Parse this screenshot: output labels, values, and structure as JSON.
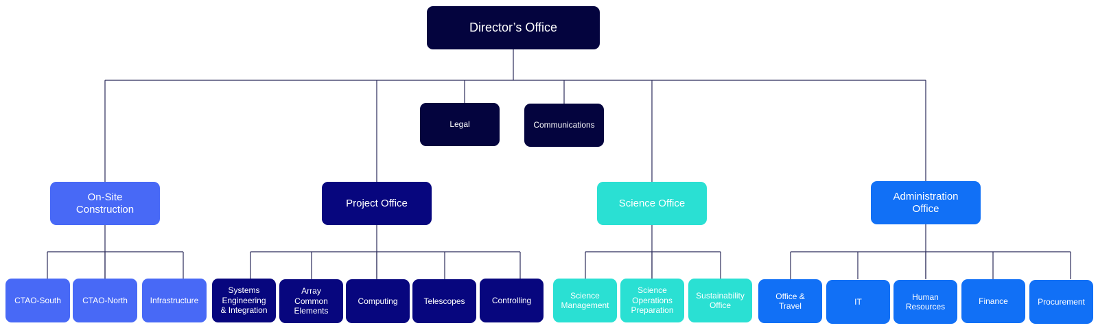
{
  "colors": {
    "connector": "#2a2a5a",
    "director": "#04043e",
    "onsite": "#4869f6",
    "project": "#07067e",
    "science": "#2ae0d3",
    "administration": "#1170f6"
  },
  "director": {
    "label": "Director’s Office"
  },
  "staff": [
    {
      "label": "Legal"
    },
    {
      "label": "Communications"
    }
  ],
  "departments": [
    {
      "label": "On-Site\nConstruction",
      "units": [
        "CTAO-South",
        "CTAO-North",
        "Infrastructure"
      ]
    },
    {
      "label": "Project Office",
      "units": [
        "Systems\nEngineering\n& Integration",
        "Array\nCommon\nElements",
        "Computing",
        "Telescopes",
        "Controlling"
      ]
    },
    {
      "label": "Science Office",
      "units": [
        "Science\nManagement",
        "Science\nOperations\nPreparation",
        "Sustainability\nOffice"
      ]
    },
    {
      "label": "Administration\nOffice",
      "units": [
        "Office &\nTravel",
        "IT",
        "Human\nResources",
        "Finance",
        "Procurement"
      ]
    }
  ]
}
